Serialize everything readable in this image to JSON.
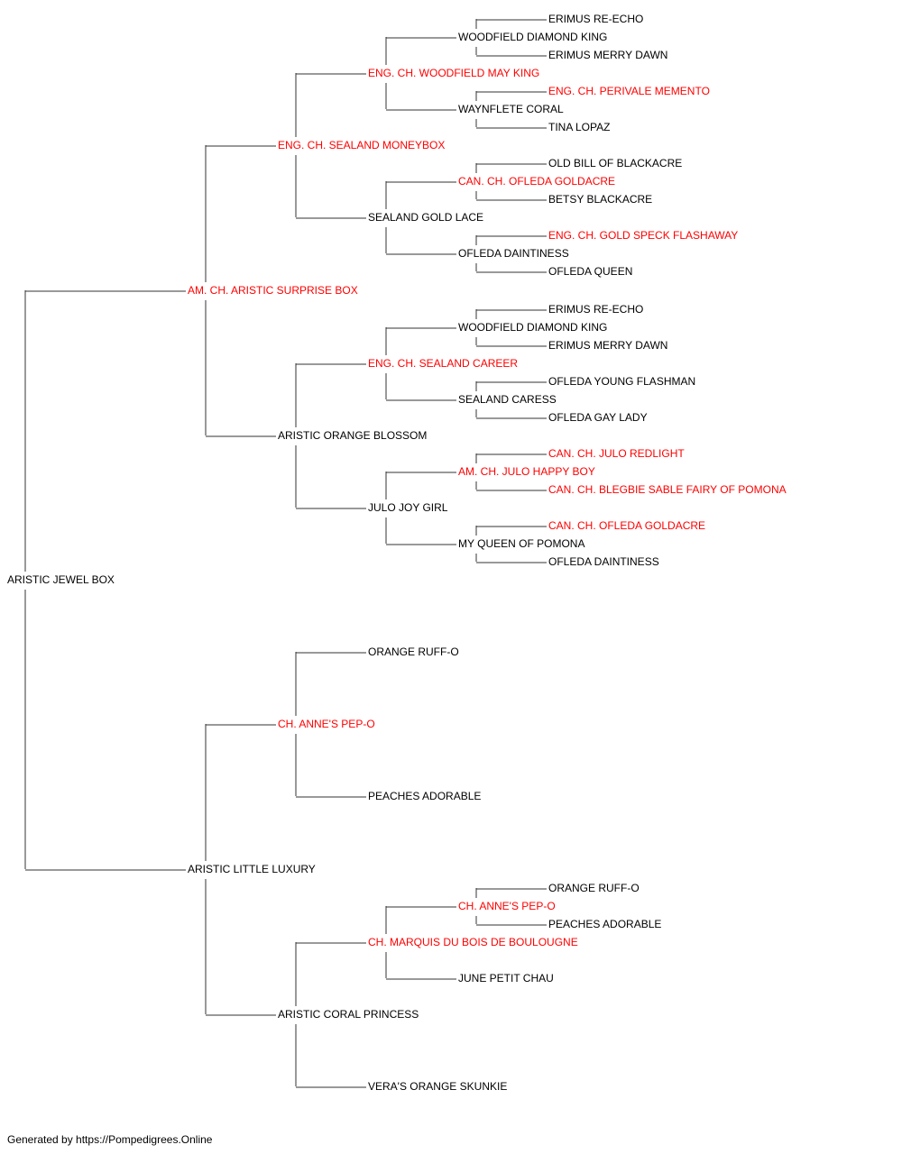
{
  "pedigree": {
    "name": "ARISTIC JEWEL BOX",
    "champion": false,
    "sire": {
      "name": "AM. CH. ARISTIC SURPRISE BOX",
      "champion": true,
      "sire": {
        "name": "ENG. CH. SEALAND MONEYBOX",
        "champion": true,
        "sire": {
          "name": "ENG. CH. WOODFIELD MAY KING",
          "champion": true,
          "sire": {
            "name": "WOODFIELD DIAMOND KING",
            "champion": false,
            "sire": {
              "name": "ERIMUS RE-ECHO",
              "champion": false
            },
            "dam": {
              "name": "ERIMUS MERRY DAWN",
              "champion": false
            }
          },
          "dam": {
            "name": "WAYNFLETE CORAL",
            "champion": false,
            "sire": {
              "name": "ENG. CH. PERIVALE MEMENTO",
              "champion": true
            },
            "dam": {
              "name": "TINA LOPAZ",
              "champion": false
            }
          }
        },
        "dam": {
          "name": "SEALAND GOLD LACE",
          "champion": false,
          "sire": {
            "name": "CAN. CH. OFLEDA GOLDACRE",
            "champion": true,
            "sire": {
              "name": "OLD BILL OF BLACKACRE",
              "champion": false
            },
            "dam": {
              "name": "BETSY BLACKACRE",
              "champion": false
            }
          },
          "dam": {
            "name": "OFLEDA DAINTINESS",
            "champion": false,
            "sire": {
              "name": "ENG. CH. GOLD SPECK FLASHAWAY",
              "champion": true
            },
            "dam": {
              "name": "OFLEDA QUEEN",
              "champion": false
            }
          }
        }
      },
      "dam": {
        "name": "ARISTIC ORANGE BLOSSOM",
        "champion": false,
        "sire": {
          "name": "ENG. CH. SEALAND CAREER",
          "champion": true,
          "sire": {
            "name": "WOODFIELD DIAMOND KING",
            "champion": false,
            "sire": {
              "name": "ERIMUS RE-ECHO",
              "champion": false
            },
            "dam": {
              "name": "ERIMUS MERRY DAWN",
              "champion": false
            }
          },
          "dam": {
            "name": "SEALAND CARESS",
            "champion": false,
            "sire": {
              "name": "OFLEDA YOUNG FLASHMAN",
              "champion": false
            },
            "dam": {
              "name": "OFLEDA GAY LADY",
              "champion": false
            }
          }
        },
        "dam": {
          "name": "JULO JOY GIRL",
          "champion": false,
          "sire": {
            "name": "AM. CH. JULO HAPPY BOY",
            "champion": true,
            "sire": {
              "name": "CAN. CH. JULO REDLIGHT",
              "champion": true
            },
            "dam": {
              "name": "CAN. CH. BLEGBIE SABLE FAIRY OF POMONA",
              "champion": true
            }
          },
          "dam": {
            "name": "MY QUEEN OF POMONA",
            "champion": false,
            "sire": {
              "name": "CAN. CH. OFLEDA GOLDACRE",
              "champion": true
            },
            "dam": {
              "name": "OFLEDA DAINTINESS",
              "champion": false
            }
          }
        }
      }
    },
    "dam": {
      "name": "ARISTIC LITTLE LUXURY",
      "champion": false,
      "sire": {
        "name": "CH. ANNE'S PEP-O",
        "champion": true,
        "sire": {
          "name": "ORANGE RUFF-O",
          "champion": false
        },
        "dam": {
          "name": "PEACHES ADORABLE",
          "champion": false
        }
      },
      "dam": {
        "name": "ARISTIC CORAL PRINCESS",
        "champion": false,
        "sire": {
          "name": "CH. MARQUIS DU BOIS DE BOULOUGNE",
          "champion": true,
          "sire": {
            "name": "CH. ANNE'S PEP-O",
            "champion": true,
            "sire": {
              "name": "ORANGE RUFF-O",
              "champion": false
            },
            "dam": {
              "name": "PEACHES ADORABLE",
              "champion": false
            }
          },
          "dam": {
            "name": "JUNE PETIT CHAU",
            "champion": false
          }
        },
        "dam": {
          "name": "VERA'S ORANGE SKUNKIE",
          "champion": false
        }
      }
    }
  },
  "colors": {
    "champion": "#ff0000",
    "normal": "#000000",
    "line": "#333333"
  },
  "footer": "Generated by https://Pompedigrees.Online"
}
